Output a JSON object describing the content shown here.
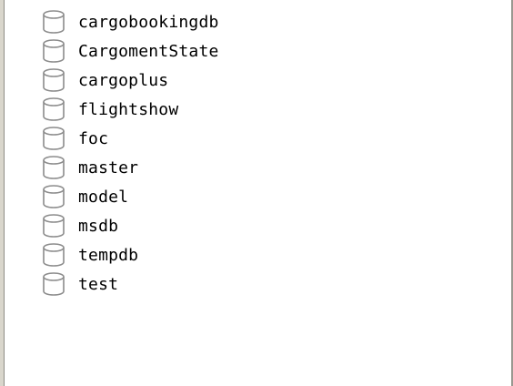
{
  "database_tree": {
    "icon": "database-cylinder-icon",
    "items": [
      {
        "label": "cargobookingdb"
      },
      {
        "label": "CargomentState"
      },
      {
        "label": "cargoplus"
      },
      {
        "label": "flightshow"
      },
      {
        "label": "foc"
      },
      {
        "label": "master"
      },
      {
        "label": "model"
      },
      {
        "label": "msdb"
      },
      {
        "label": "tempdb"
      },
      {
        "label": "test"
      }
    ]
  }
}
